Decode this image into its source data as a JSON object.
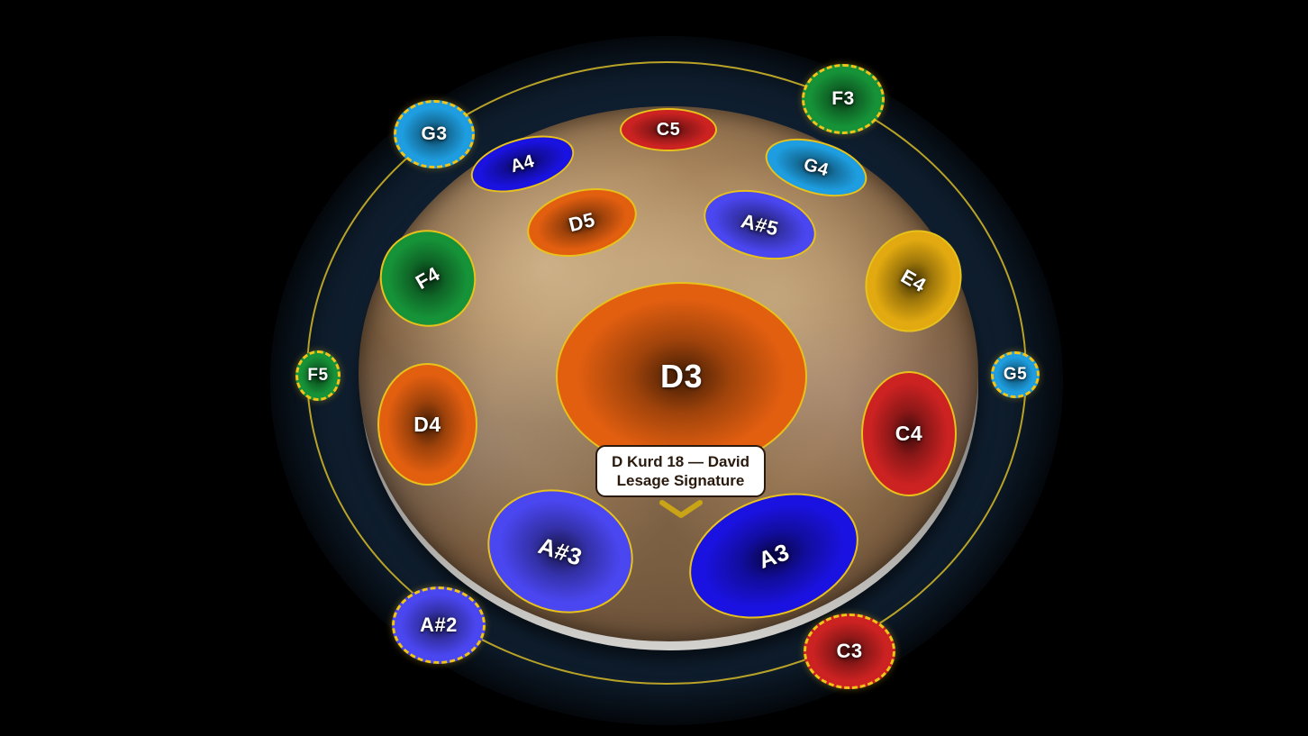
{
  "instrument": {
    "name": "D Kurd 18 — David Lesage Signature"
  },
  "colors": {
    "ring": "#b8a227",
    "note_border": "#e8c21a",
    "bottom_note_border": "#f0c419",
    "orange": "#e35f10",
    "blue": "#1a12e0",
    "violet": "#4a46f0",
    "green": "#169238",
    "cyan": "#1e9ee0",
    "red": "#cc2222",
    "yellow": "#e2aa10"
  },
  "top_notes": [
    {
      "label": "D3",
      "color": "orange",
      "ding": true
    },
    {
      "label": "C5",
      "color": "red"
    },
    {
      "label": "A4",
      "color": "blue"
    },
    {
      "label": "G4",
      "color": "cyan"
    },
    {
      "label": "D5",
      "color": "orange"
    },
    {
      "label": "A#5",
      "color": "violet"
    },
    {
      "label": "F4",
      "color": "green"
    },
    {
      "label": "E4",
      "color": "yellow"
    },
    {
      "label": "D4",
      "color": "orange"
    },
    {
      "label": "C4",
      "color": "red"
    },
    {
      "label": "A#3",
      "color": "violet"
    },
    {
      "label": "A3",
      "color": "blue"
    }
  ],
  "bottom_notes": [
    {
      "label": "F3",
      "color": "green"
    },
    {
      "label": "G3",
      "color": "cyan"
    },
    {
      "label": "F5",
      "color": "green"
    },
    {
      "label": "G5",
      "color": "cyan"
    },
    {
      "label": "A#2",
      "color": "violet"
    },
    {
      "label": "C3",
      "color": "red"
    }
  ]
}
